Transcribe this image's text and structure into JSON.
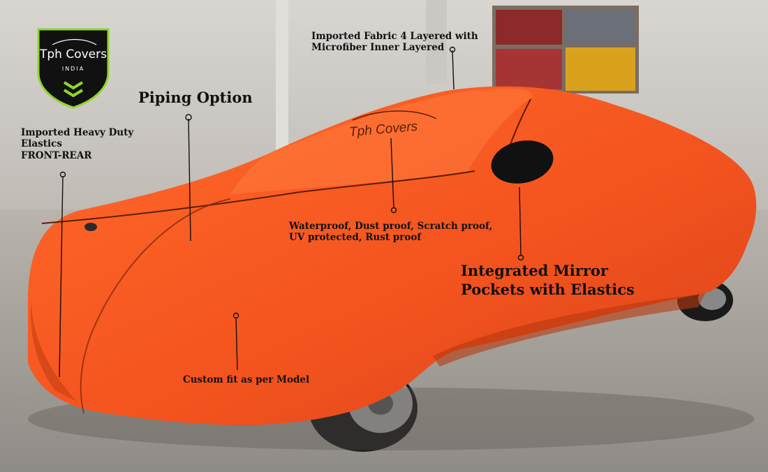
{
  "brand": {
    "logo_name": "Tph Covers",
    "logo_region": "INDIA",
    "cover_print": "Tph Covers",
    "colors": {
      "cover": "#f4541f",
      "cover_shadow": "#c93a12",
      "logo_bg": "#111111",
      "logo_accent": "#8fd62a"
    }
  },
  "callouts": {
    "fabric": [
      "Imported Fabric 4 Layered with",
      "Microfiber Inner Layered"
    ],
    "piping": "Piping Option",
    "elastics": [
      "Imported Heavy Duty",
      "Elastics",
      "FRONT-REAR"
    ],
    "waterproof": [
      "Waterproof, Dust proof, Scratch proof,",
      "UV protected, Rust proof"
    ],
    "mirror": [
      "Integrated Mirror",
      "Pockets with Elastics"
    ],
    "fit": "Custom fit as per Model"
  }
}
